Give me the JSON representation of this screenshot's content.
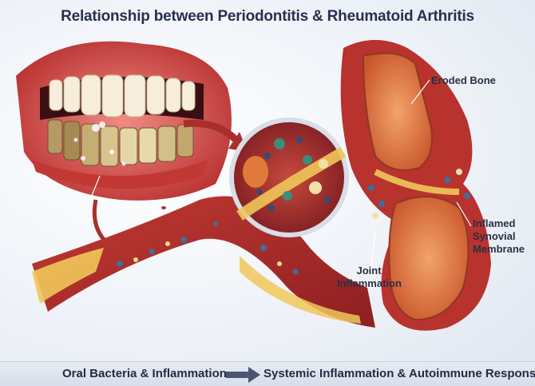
{
  "title": "Relationship between Periodontitis & Rheumatoid Arthritis",
  "labels": {
    "eroded_bone": "Eroded Bone",
    "synovial_line1": "Inflamed",
    "synovial_line2": "Synovial",
    "synovial_line3": "Membrane",
    "joint_line1": "Joint",
    "joint_line2": "Inflammation"
  },
  "footer": {
    "left": "Oral Bacteria & Inflammation",
    "right": "Systemic Inflammation & Autoimmune Response"
  },
  "colors": {
    "title": "#27304f",
    "gum": "#d9484a",
    "tooth": "#f4ead2",
    "vessel": "#b8322e",
    "bone": "#e07a3a",
    "fat": "#f0c75a"
  }
}
